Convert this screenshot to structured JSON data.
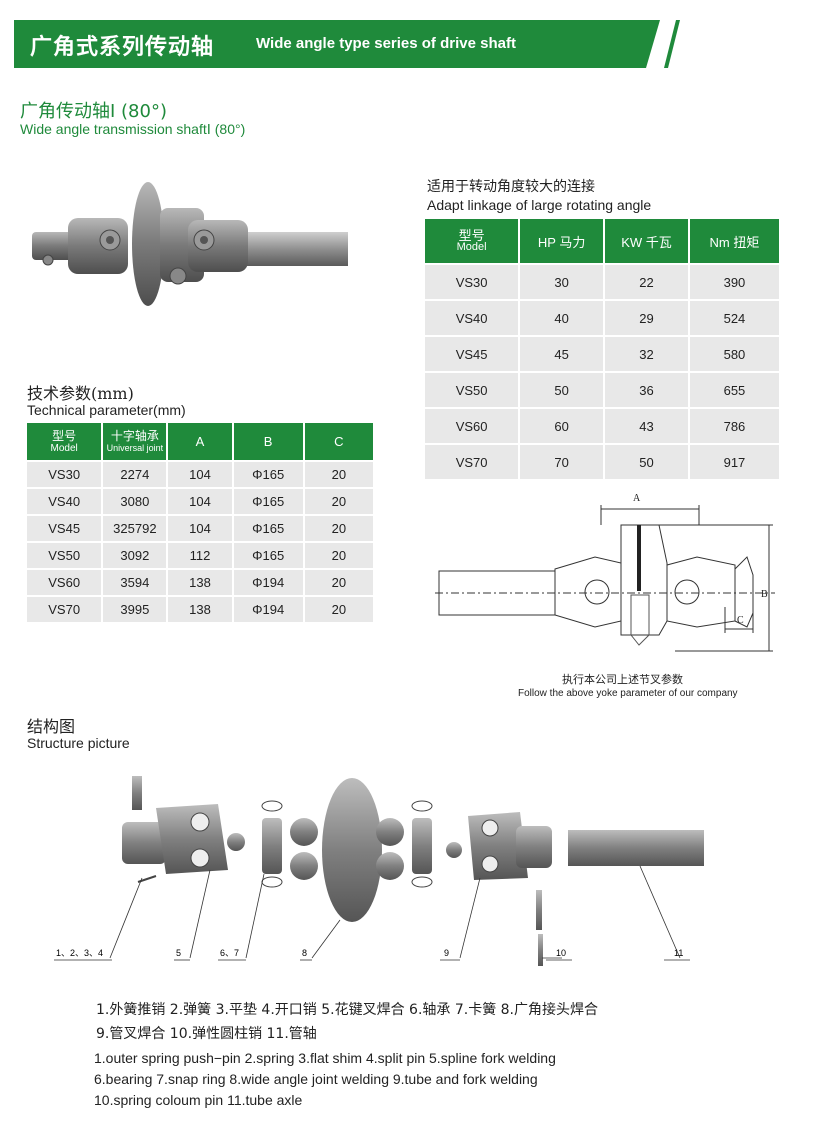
{
  "header": {
    "title_cn": "广角式系列传动轴",
    "title_en": "Wide angle type series of drive shaft"
  },
  "section1": {
    "title_cn": "广角传动轴Ⅰ (80°)",
    "title_en": "Wide angle transmission shaftⅠ (80°)"
  },
  "power_table": {
    "caption_cn": "适用于转动角度较大的连接",
    "caption_en": "Adapt linkage of large rotating  angle",
    "headers": [
      "型号",
      "Model",
      "HP 马力",
      "KW 千瓦",
      "Nm 扭矩"
    ],
    "rows": [
      [
        "VS30",
        "30",
        "22",
        "390"
      ],
      [
        "VS40",
        "40",
        "29",
        "524"
      ],
      [
        "VS45",
        "45",
        "32",
        "580"
      ],
      [
        "VS50",
        "50",
        "36",
        "655"
      ],
      [
        "VS60",
        "60",
        "43",
        "786"
      ],
      [
        "VS70",
        "70",
        "50",
        "917"
      ]
    ]
  },
  "tech_table": {
    "caption_cn": "技术参数(mm)",
    "caption_en": "Technical parameter(mm)",
    "headers": [
      "型号",
      "Model",
      "十字轴承",
      "Universal joint",
      "A",
      "B",
      "C"
    ],
    "rows": [
      [
        "VS30",
        "2274",
        "104",
        "Φ165",
        "20"
      ],
      [
        "VS40",
        "3080",
        "104",
        "Φ165",
        "20"
      ],
      [
        "VS45",
        "325792",
        "104",
        "Φ165",
        "20"
      ],
      [
        "VS50",
        "3092",
        "112",
        "Φ165",
        "20"
      ],
      [
        "VS60",
        "3594",
        "138",
        "Φ194",
        "20"
      ],
      [
        "VS70",
        "3995",
        "138",
        "Φ194",
        "20"
      ]
    ]
  },
  "dimension_drawing": {
    "label_a": "A",
    "label_b": "B",
    "label_c": "C",
    "note_cn": "执行本公司上述节叉参数",
    "note_en": "Follow the  above yoke  parameter of our company"
  },
  "structure": {
    "title_cn": "结构图",
    "title_en": "Structure picture",
    "callouts": [
      "1、2、3、4",
      "5",
      "6、7",
      "8",
      "9",
      "10",
      "11"
    ],
    "parts_cn_line1": "1.外簧推销   2.弹簧   3.平垫   4.开口销   5.花键叉焊合    6.轴承    7.卡簧   8.广角接头焊合",
    "parts_cn_line2": "9.管叉焊合    10.弹性圆柱销    11.管轴",
    "parts_en_line1": "1.outer spring push−pin  2.spring  3.flat shim  4.split pin  5.spline fork welding",
    "parts_en_line2": "6.bearing  7.snap ring  8.wide angle joint welding  9.tube and fork welding",
    "parts_en_line3": "10.spring coloum pin  11.tube axle"
  },
  "colors": {
    "brand_green": "#1f8a3b",
    "cell_gray": "#e8e8e8"
  }
}
